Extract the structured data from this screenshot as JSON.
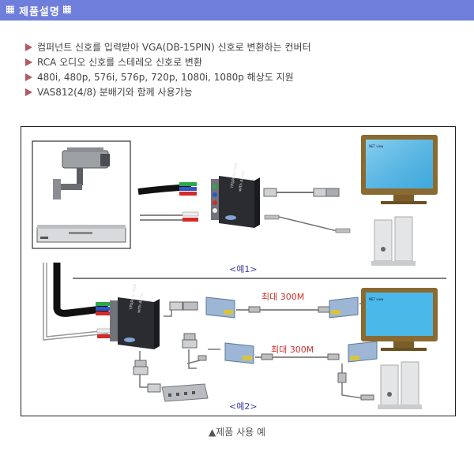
{
  "section": {
    "title": "제품설명"
  },
  "features": [
    "컴퍼넌트 신호를 입력받아 VGA(DB-15PIN) 신호로 변환하는 컨버터",
    "RCA 오디오 신호를   스테레오 신호로 변환",
    "480i, 480p, 576i, 576p, 720p, 1080i, 1080p 해상도 지원",
    "VAS812(4/8) 분배기와 함께 사용가능"
  ],
  "diagram": {
    "converter_label": "YPbPr to VGA with Audio",
    "example1": "<예1>",
    "example2": "<예2>",
    "distance1": "최대 300M",
    "distance2": "최대 300M",
    "monitor_text": "NET view"
  },
  "caption": "▲제품 사용 예",
  "colors": {
    "header": "#6F7DDB",
    "bullet": "#B05A63",
    "distance": "#D0302A",
    "example": "#3A3AA0"
  }
}
